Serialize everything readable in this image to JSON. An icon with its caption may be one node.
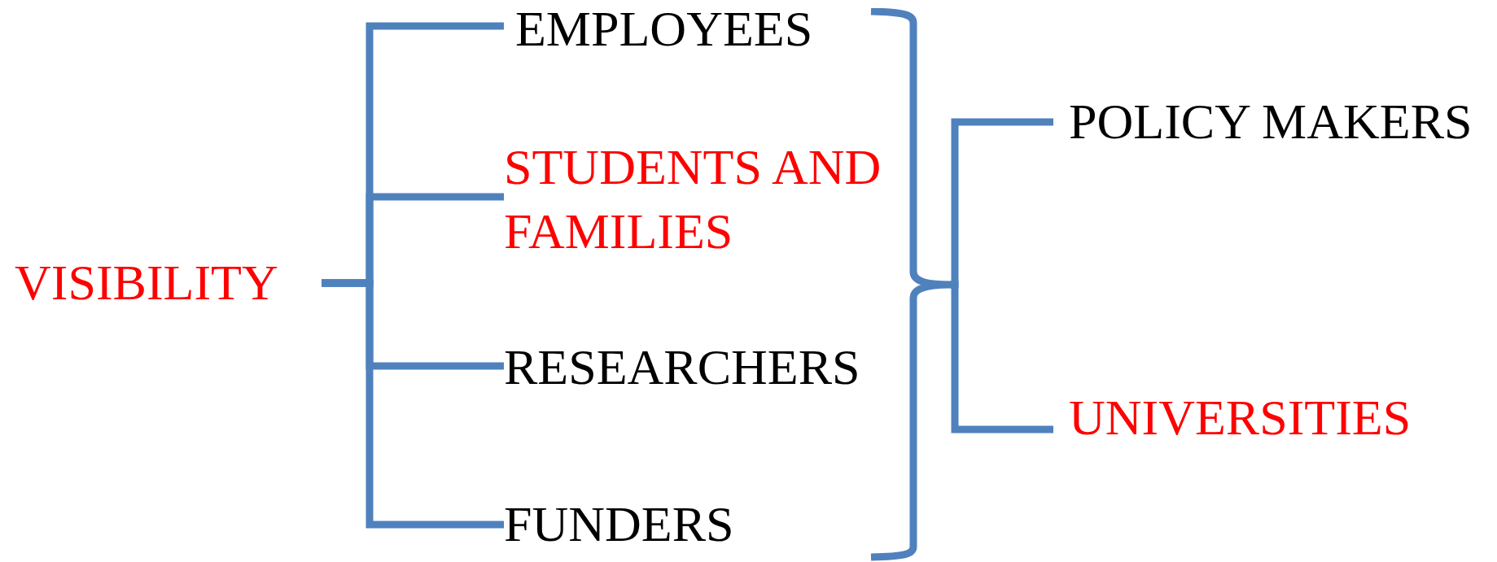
{
  "diagram": {
    "nodes": [
      {
        "text": [
          "VISIBILITY"
        ]
      },
      {
        "text": [
          "EMPLOYEES"
        ]
      },
      {
        "text": [
          "STUDENTS AND FAMILIES"
        ]
      },
      {
        "text": [
          "RESEARCHERS"
        ]
      },
      {
        "text": [
          "FUNDERS"
        ]
      },
      {
        "text": [],
        "shape": "brace"
      },
      {
        "text": [
          "POLICY MAKERS"
        ]
      },
      {
        "text": [
          "UNIVERSITIES"
        ]
      }
    ],
    "edges": [
      {
        "from": 0,
        "to": 1,
        "arrow": "none"
      },
      {
        "from": 0,
        "to": 2,
        "arrow": "none"
      },
      {
        "from": 0,
        "to": 3,
        "arrow": "none"
      },
      {
        "from": 0,
        "to": 4,
        "arrow": "none"
      },
      {
        "from": 5,
        "to": 6,
        "arrow": "none"
      },
      {
        "from": 5,
        "to": 7,
        "arrow": "none"
      }
    ]
  }
}
